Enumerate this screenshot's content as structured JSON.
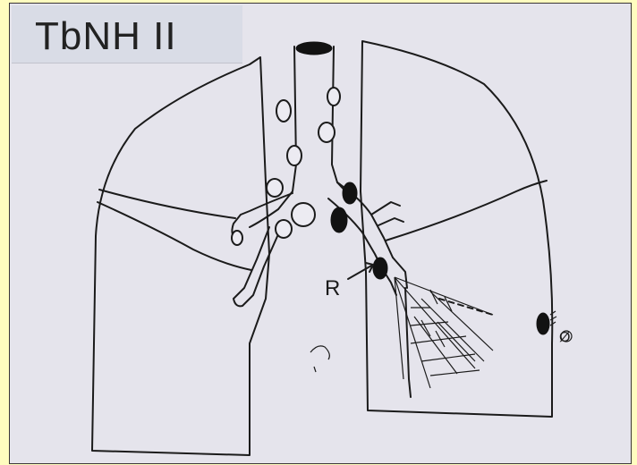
{
  "slide": {
    "title": "TbNH II",
    "marker_primary": "R",
    "marker_secondary": "Ø"
  }
}
